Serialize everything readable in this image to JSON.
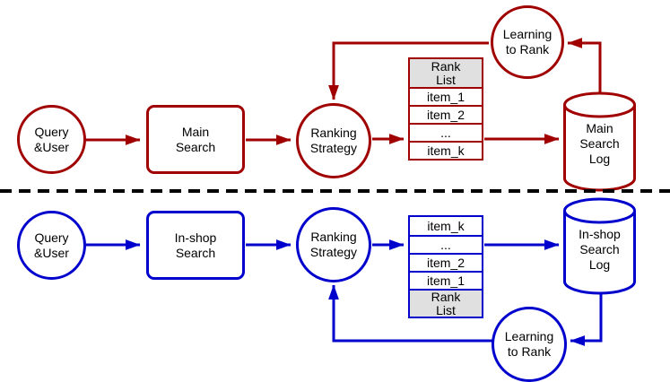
{
  "colors": {
    "top": "#A00000",
    "bottom": "#0000CD",
    "header_bg": "#E0E0E0",
    "divider": "#000000"
  },
  "diagram": {
    "top": {
      "query_user": [
        "Query",
        "&User"
      ],
      "search": [
        "Main",
        "Search"
      ],
      "ranking": [
        "Ranking",
        "Strategy"
      ],
      "rank_list": {
        "header": [
          "Rank",
          "List"
        ],
        "rows": [
          "item_1",
          "item_2",
          "...",
          "item_k"
        ]
      },
      "log": [
        "Main",
        "Search",
        "Log"
      ],
      "learning": [
        "Learning",
        "to Rank"
      ]
    },
    "bottom": {
      "query_user": [
        "Query",
        "&User"
      ],
      "search": [
        "In-shop",
        "Search"
      ],
      "ranking": [
        "Ranking",
        "Strategy"
      ],
      "rank_list": {
        "header": [
          "Rank",
          "List"
        ],
        "rows": [
          "item_k",
          "...",
          "item_2",
          "item_1"
        ]
      },
      "log": [
        "In-shop",
        "Search",
        "Log"
      ],
      "learning": [
        "Learning",
        "to Rank"
      ]
    }
  }
}
